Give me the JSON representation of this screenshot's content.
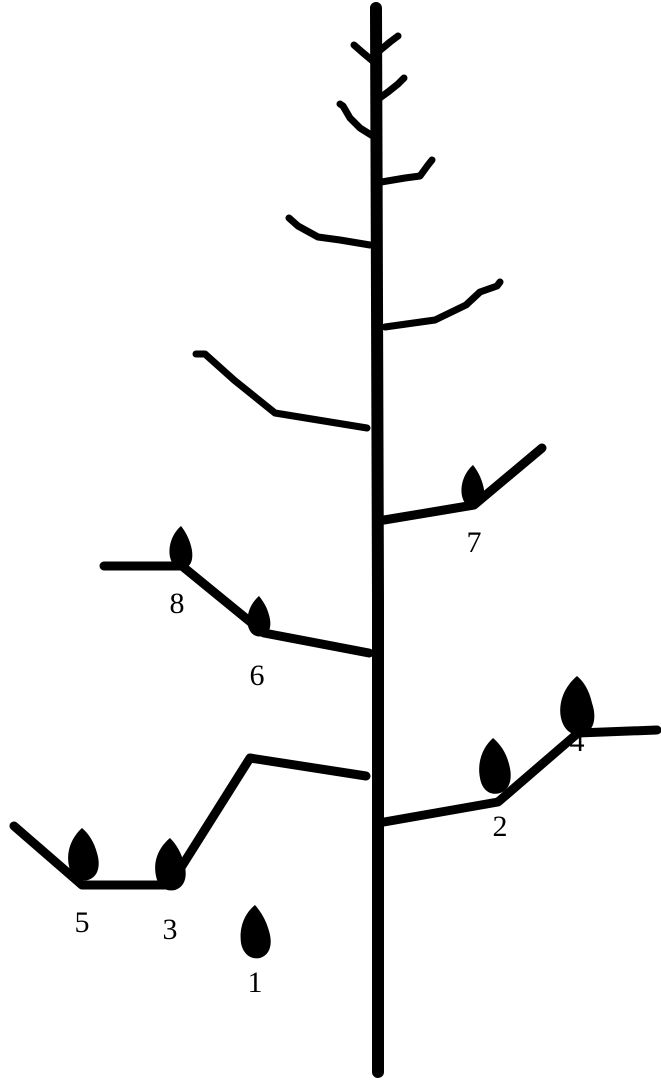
{
  "diagram": {
    "colors": {
      "ink": "#000000",
      "background": "#ffffff"
    },
    "node_labels": [
      "1",
      "2",
      "3",
      "4",
      "5",
      "6",
      "7",
      "8"
    ]
  }
}
